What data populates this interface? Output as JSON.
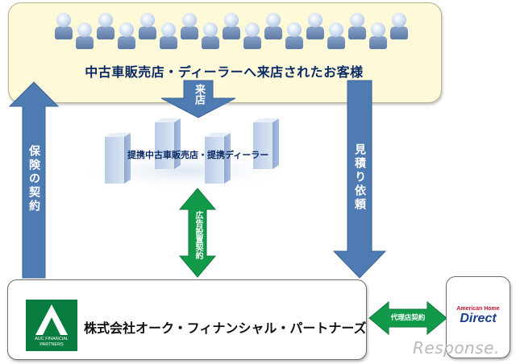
{
  "customers": {
    "title": "中古車販売店・ディーラーへ来店されたお客様"
  },
  "arrows": {
    "visit": "来店",
    "insurance_contract": "保険の契約",
    "quote_request": "見積り依頼",
    "ad_placement_contract": "広告設置契約",
    "agency_contract": "代理店契約"
  },
  "dealers": {
    "label": "提携中古車販売店・提携ディーラー"
  },
  "company": {
    "name": "株式会社オーク・フィナンシャル・パートナーズ",
    "logo_line1": "AUC FINANCIAL",
    "logo_line2": "PARTNERS"
  },
  "partner": {
    "line1": "American Home",
    "line2": "Direct"
  },
  "watermark": "Response.",
  "colors": {
    "arrow_blue": "#4f7bb3",
    "arrow_green": "#119a49",
    "title_navy": "#0a2a66",
    "customer_bg": "#fdf9d9",
    "logo_green": "#087c3e"
  }
}
